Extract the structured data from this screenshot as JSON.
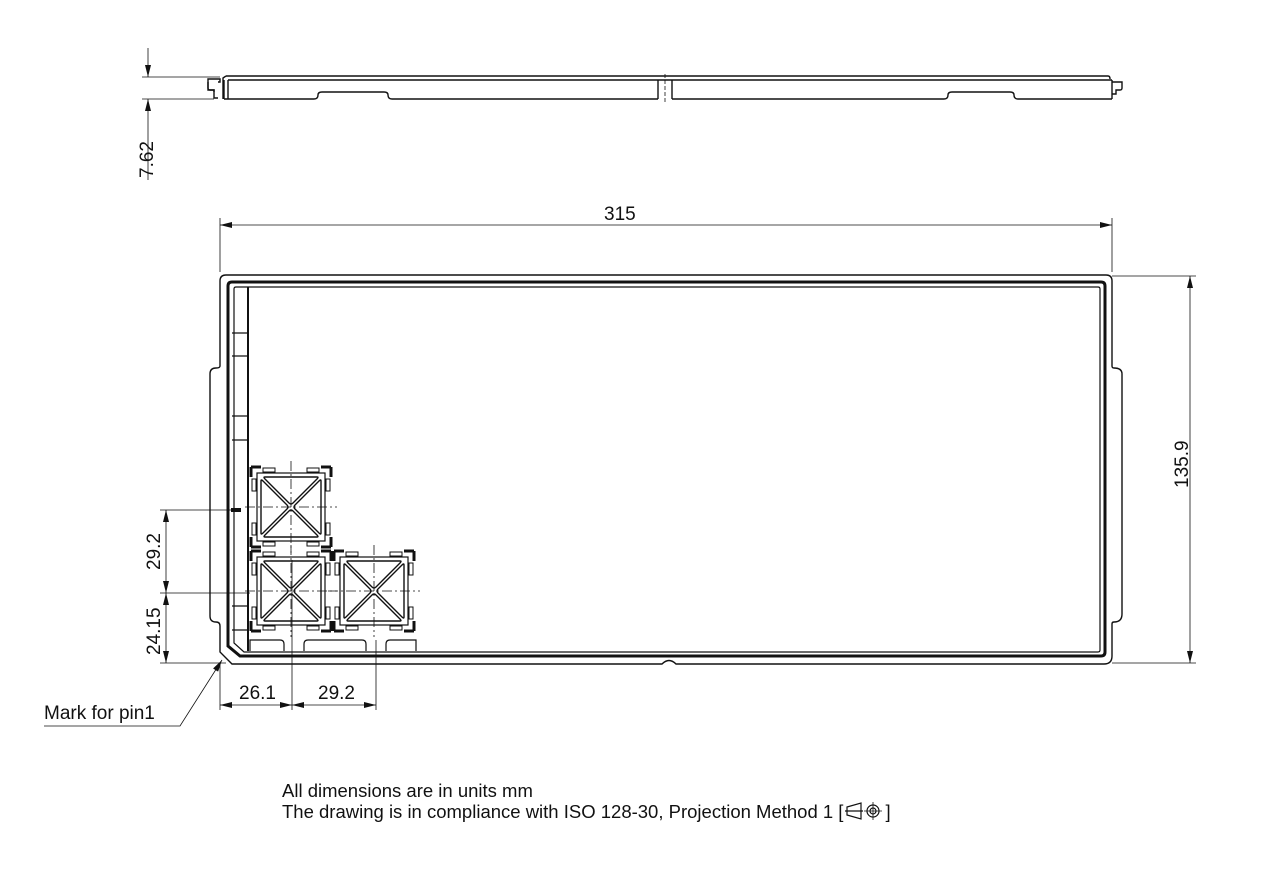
{
  "drawing": {
    "title": "Tray technical drawing",
    "colors": {
      "line": "#111111",
      "background": "#ffffff"
    },
    "dimensions": {
      "thickness": "7.62",
      "overall_width": "315",
      "overall_height": "135.9",
      "pitch_vertical": "29.2",
      "offset_vertical": "24.15",
      "offset_horizontal": "26.1",
      "pitch_horizontal": "29.2"
    },
    "callouts": {
      "pin1_mark": "Mark for pin1"
    },
    "views": [
      "side-view",
      "top-view"
    ],
    "pockets_shown": 3
  },
  "notes": {
    "units": "All dimensions are in units mm",
    "compliance_prefix": "The drawing is in compliance with ISO 128-30, Projection Method 1 [",
    "compliance_suffix": "]",
    "projection_symbol": "first-angle-projection-icon"
  }
}
